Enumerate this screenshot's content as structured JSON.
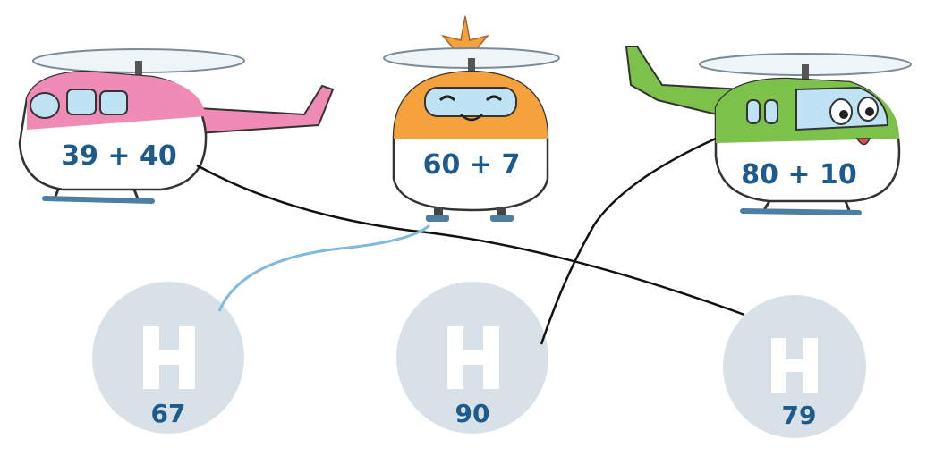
{
  "helicopters": [
    {
      "expression": "39 + 40",
      "body_color": "#f08bb6"
    },
    {
      "expression": "60 + 7",
      "body_color": "#f5a23c"
    },
    {
      "expression": "80 + 10",
      "body_color": "#7cc24a"
    }
  ],
  "helipads": [
    {
      "value": "67"
    },
    {
      "value": "90"
    },
    {
      "value": "79"
    }
  ],
  "colors": {
    "label": "#1d5b8c",
    "helipad": "#d9e1e8",
    "connector_dark": "#111111",
    "connector_blue": "#7fb9dd"
  }
}
